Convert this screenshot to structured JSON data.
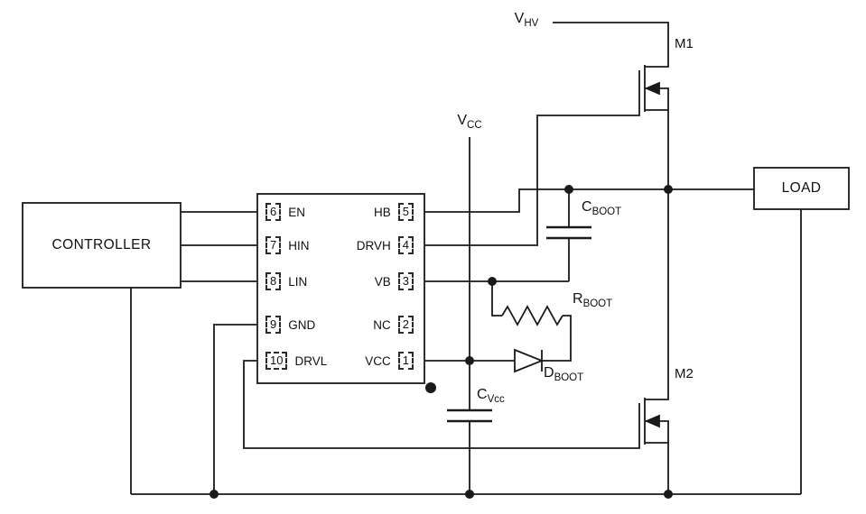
{
  "blocks": {
    "controller": "CONTROLLER",
    "load": "LOAD"
  },
  "supplies": {
    "vhv": {
      "main": "V",
      "sub": "HV"
    },
    "vcc": {
      "main": "V",
      "sub": "CC"
    }
  },
  "ic": {
    "left_pins": [
      {
        "num": "6",
        "name": "EN"
      },
      {
        "num": "7",
        "name": "HIN"
      },
      {
        "num": "8",
        "name": "LIN"
      },
      {
        "num": "9",
        "name": "GND"
      },
      {
        "num": "10",
        "name": "DRVL"
      }
    ],
    "right_pins": [
      {
        "name": "HB",
        "num": "5"
      },
      {
        "name": "DRVH",
        "num": "4"
      },
      {
        "name": "VB",
        "num": "3"
      },
      {
        "name": "NC",
        "num": "2"
      },
      {
        "name": "VCC",
        "num": "1"
      }
    ]
  },
  "components": {
    "m1": "M1",
    "m2": "M2",
    "c_boot": {
      "main": "C",
      "sub": "BOOT"
    },
    "r_boot": {
      "main": "R",
      "sub": "BOOT"
    },
    "d_boot": {
      "main": "D",
      "sub": "BOOT"
    },
    "c_vcc": {
      "main": "C",
      "sub": "Vcc"
    }
  }
}
